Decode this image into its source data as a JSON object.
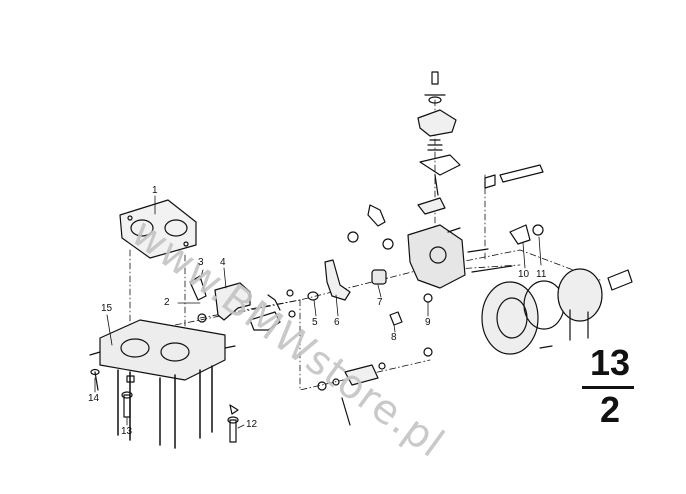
{
  "watermark": "www.BMWstore.pl",
  "group": {
    "number": "13",
    "subgroup": "2"
  },
  "callouts": [
    "1",
    "2",
    "3",
    "4",
    "5",
    "6",
    "7",
    "8",
    "9",
    "10",
    "11",
    "12",
    "13",
    "14",
    "15"
  ]
}
